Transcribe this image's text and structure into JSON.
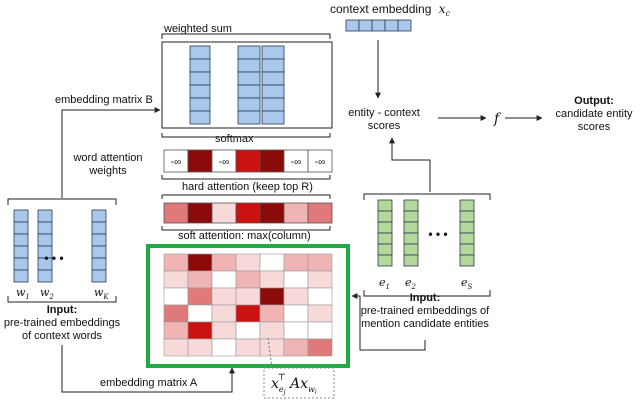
{
  "labels": {
    "context_embedding": "context embedding",
    "context_embedding_symbol": "x",
    "context_embedding_sub": "c",
    "weighted_sum": "weighted sum",
    "embedding_matrix_b": "embedding matrix B",
    "embedding_matrix_a": "embedding matrix A",
    "softmax": "softmax",
    "word_attention_weights_line1": "word attention",
    "word_attention_weights_line2": "weights",
    "hard_attention": "hard attention (keep top R)",
    "soft_attention": "soft attention: max(column)",
    "entity_context_scores_line1": "entity - context",
    "entity_context_scores_line2": "scores",
    "f_symbol": "f",
    "output_title": "Output:",
    "output_line1": "candidate entity",
    "output_line2": "scores",
    "input_left_title": "Input:",
    "input_left_line1": "pre-trained embeddings",
    "input_left_line2": "of context words",
    "input_right_title": "Input:",
    "input_right_line1": "pre-trained embeddings of",
    "input_right_line2": "mention candidate entities",
    "ellipsis": "• • •",
    "neg_inf": "-∞"
  },
  "word_symbols": [
    {
      "base": "w",
      "sub": "1"
    },
    {
      "base": "w",
      "sub": "2"
    },
    {
      "base": "w",
      "sub": "K"
    }
  ],
  "entity_symbols": [
    {
      "base": "e",
      "sub": "1"
    },
    {
      "base": "e",
      "sub": "2"
    },
    {
      "base": "e",
      "sub": "S"
    }
  ],
  "formula": {
    "base": "x",
    "sub_e": "e",
    "sub_j": "j",
    "transpose": "⊤",
    "A": "A",
    "x2": "x",
    "sub_w": "w",
    "sub_i": "i"
  },
  "colors": {
    "word_embedding": "#a9c8ec",
    "entity_embedding": "#b4d79a",
    "highlight_box": "#22aa44",
    "dark_red": "#8b0a0a",
    "red": "#cc1111",
    "mid_red": "#e07a7a",
    "light_red": "#f0b4b4",
    "pale_red": "#f8d9d9",
    "white": "#ffffff"
  },
  "attention_weights_cells": [
    "neg_inf",
    "dark_red",
    "neg_inf",
    "red",
    "dark_red",
    "neg_inf",
    "neg_inf"
  ],
  "soft_attention_cells": [
    "mid_red",
    "dark_red",
    "pale_red",
    "red",
    "dark_red",
    "light_red",
    "mid_red"
  ],
  "score_matrix": [
    [
      "light_red",
      "dark_red",
      "light_red",
      "pale_red",
      "white",
      "light_red",
      "light_red"
    ],
    [
      "pale_red",
      "light_red",
      "white",
      "light_red",
      "pale_red",
      "white",
      "pale_red"
    ],
    [
      "white",
      "mid_red",
      "pale_red",
      "pale_red",
      "dark_red",
      "pale_red",
      "white"
    ],
    [
      "mid_red",
      "white",
      "pale_red",
      "red",
      "light_red",
      "white",
      "pale_red"
    ],
    [
      "light_red",
      "red",
      "pale_red",
      "white",
      "pale_red",
      "white",
      "white"
    ],
    [
      "pale_red",
      "pale_red",
      "white",
      "pale_red",
      "pale_red",
      "light_red",
      "mid_red"
    ]
  ]
}
